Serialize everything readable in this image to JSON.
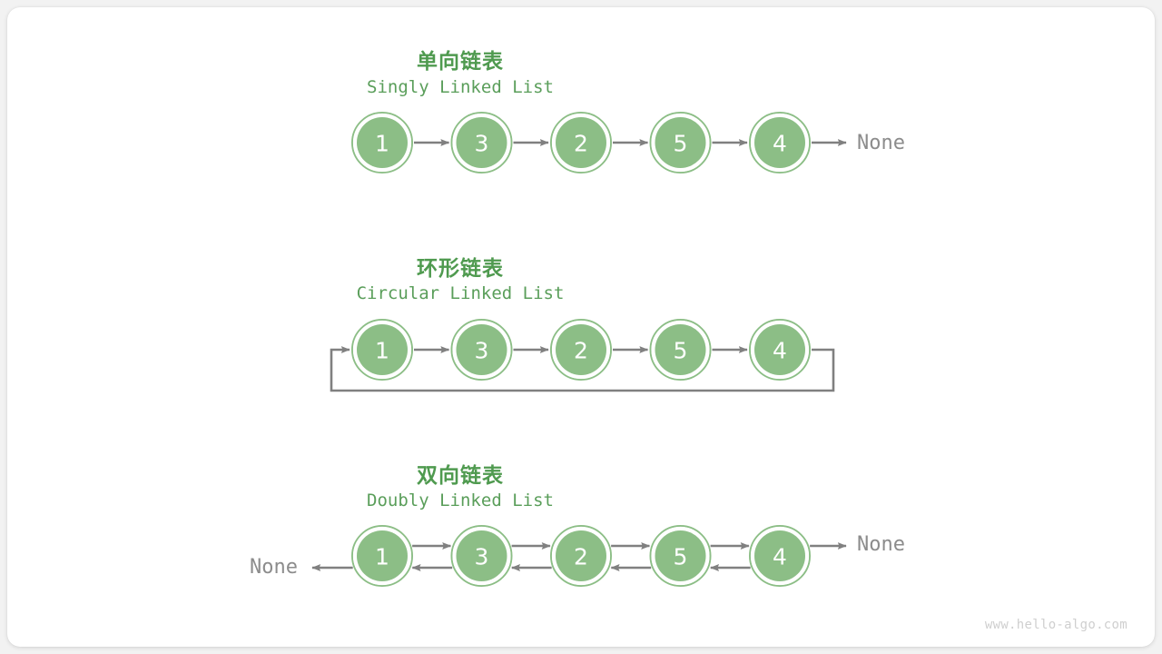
{
  "page": {
    "background_color": "#f2f2f2",
    "card_color": "#ffffff",
    "watermark": "www.hello-algo.com"
  },
  "theme": {
    "node_fill": "#8cbe86",
    "node_ring": "#8cbe86",
    "node_gap": "#ffffff",
    "node_text_color": "#ffffff",
    "arrow_color": "#808080",
    "title_cn_color": "#4f9a4f",
    "title_en_color": "#5a9e5a",
    "none_text_color": "#8c8c8c",
    "watermark_color": "#cfcfcf"
  },
  "sections": [
    {
      "id": "singly",
      "title_cn": "单向链表",
      "title_en": "Singly Linked List",
      "nodes": [
        1,
        3,
        2,
        5,
        4
      ],
      "tail_label": "None",
      "head_label": null,
      "bidirectional": false,
      "circular": false
    },
    {
      "id": "circular",
      "title_cn": "环形链表",
      "title_en": "Circular Linked List",
      "nodes": [
        1,
        3,
        2,
        5,
        4
      ],
      "tail_label": null,
      "head_label": null,
      "bidirectional": false,
      "circular": true
    },
    {
      "id": "doubly",
      "title_cn": "双向链表",
      "title_en": "Doubly Linked List",
      "nodes": [
        1,
        3,
        2,
        5,
        4
      ],
      "tail_label": "None",
      "head_label": "None",
      "bidirectional": true,
      "circular": false
    }
  ]
}
